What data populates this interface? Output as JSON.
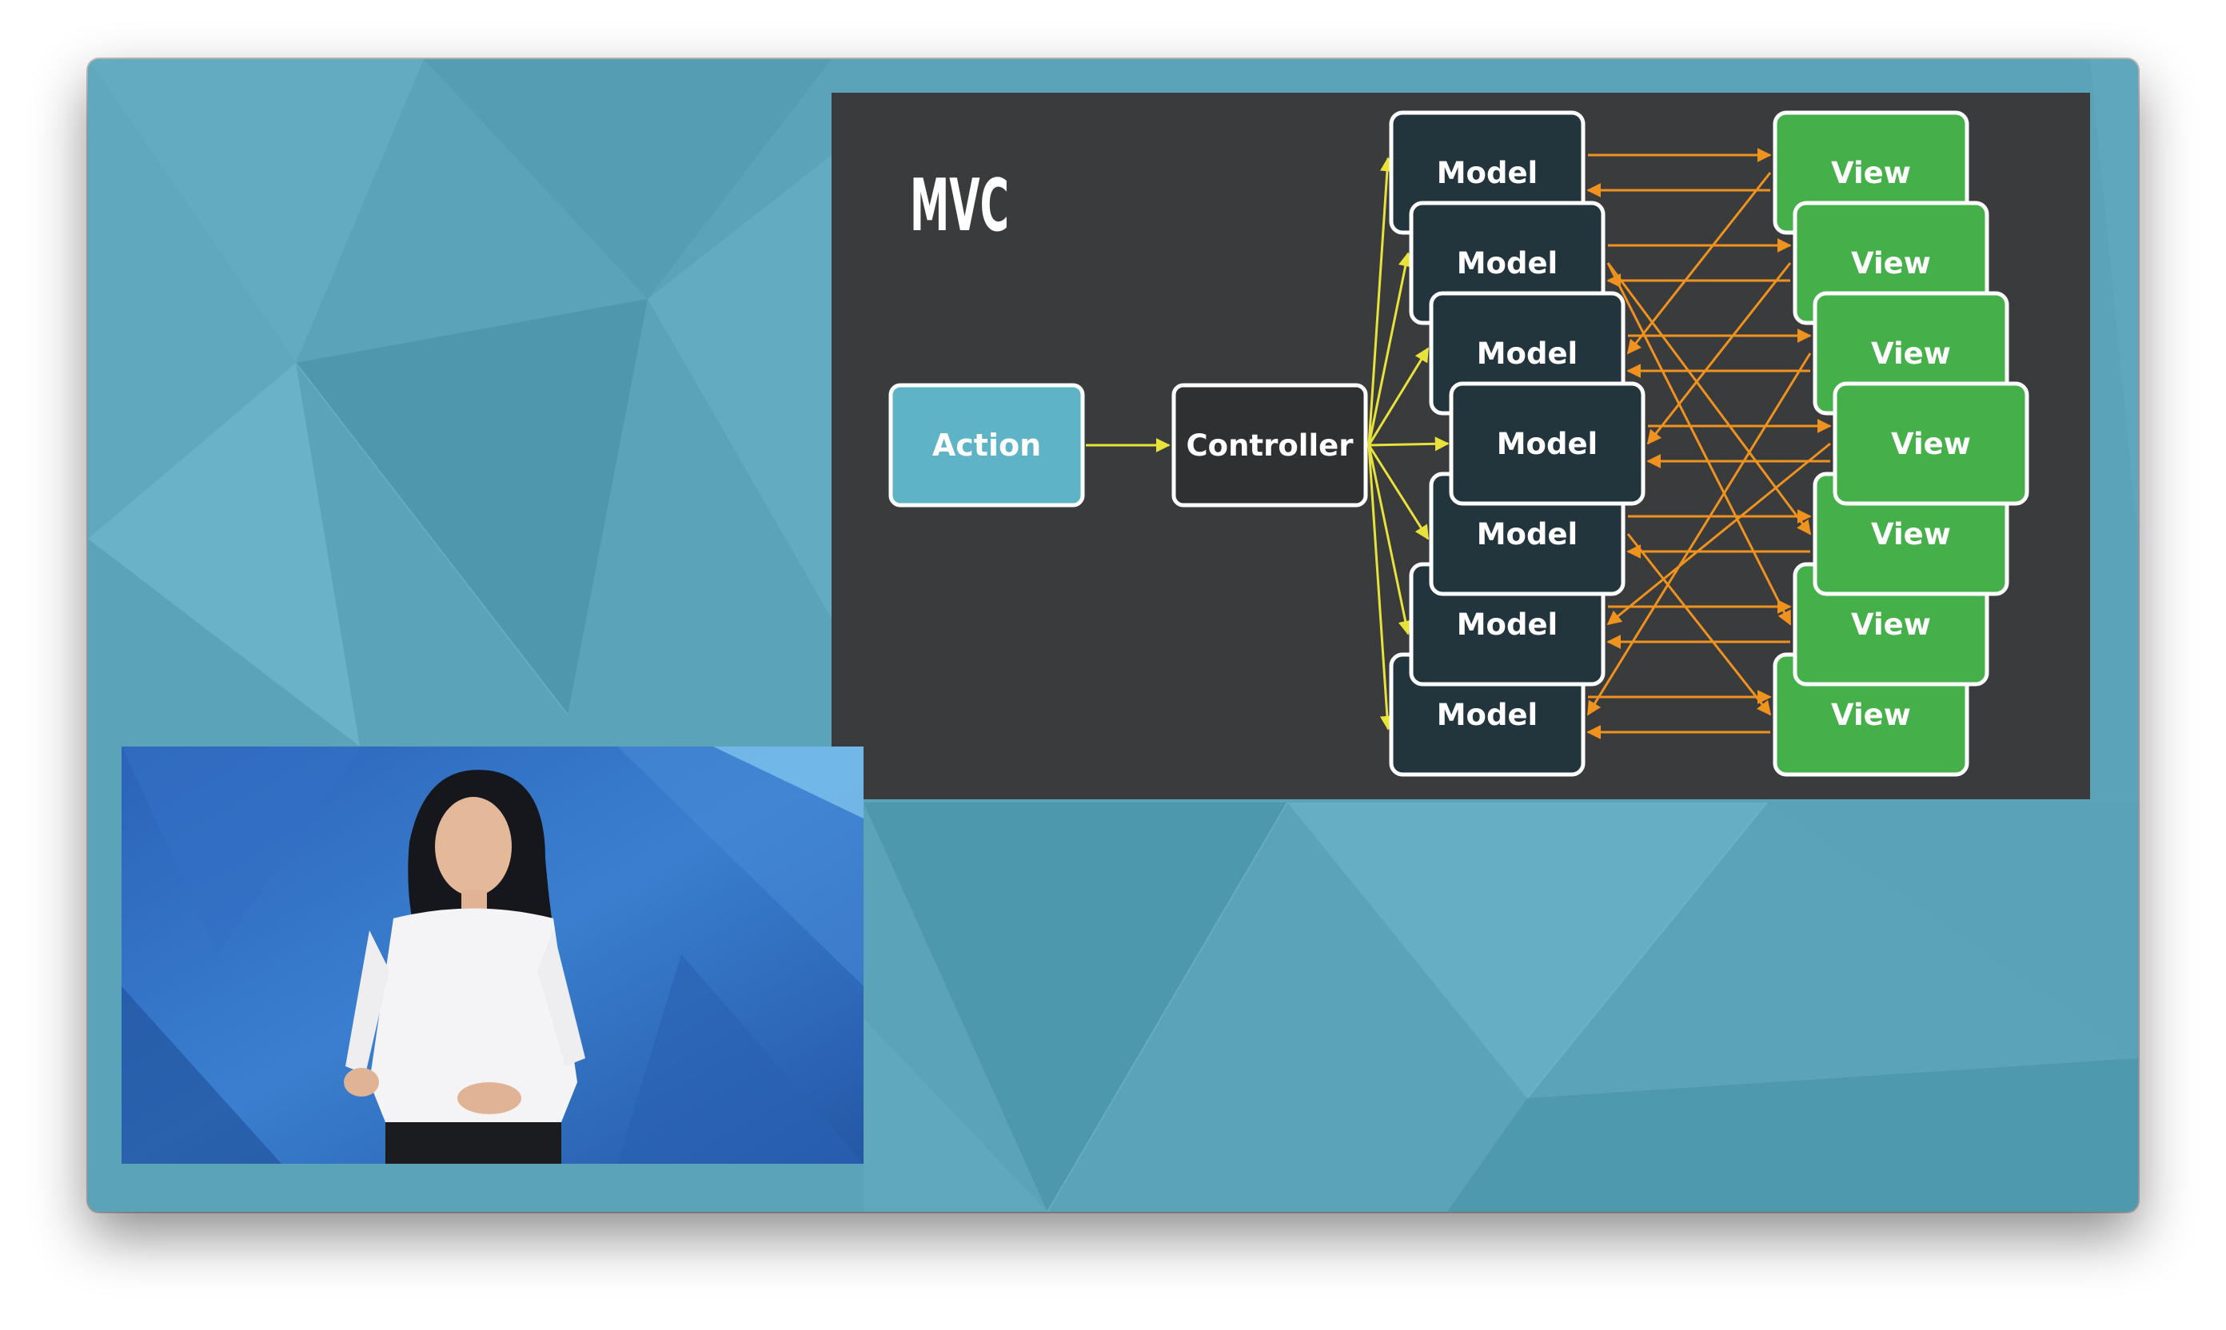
{
  "slide": {
    "title": "MVC",
    "action_label": "Action",
    "controller_label": "Controller",
    "model_labels": [
      "Model",
      "Model",
      "Model",
      "Model",
      "Model",
      "Model",
      "Model"
    ],
    "view_labels": [
      "View",
      "View",
      "View",
      "View",
      "View",
      "View",
      "View"
    ]
  },
  "colors": {
    "background": "#5aa3b8",
    "slide_bg": "#3a3b3c",
    "action_fill": "#5fb3c6",
    "controller_fill": "#2f3032",
    "model_fill": "#22343c",
    "view_fill": "#45b04a",
    "controller_arrows": "#e8e23a",
    "model_view_arrows": "#f0921e"
  },
  "speaker_video": {
    "icon": "presenter-video"
  }
}
